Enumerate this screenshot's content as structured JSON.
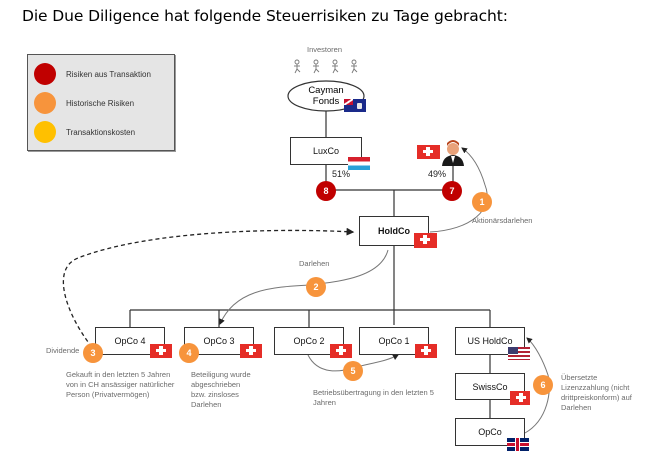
{
  "title": "Die Due Diligence hat folgende Steuerrisiken zu Tage gebracht:",
  "legend": {
    "items": [
      {
        "label": "Risiken aus Transaktion",
        "color": "#c00000"
      },
      {
        "label": "Historische Risiken",
        "color": "#f7943c"
      },
      {
        "label": "Transaktionskosten",
        "color": "#ffc000"
      }
    ]
  },
  "investors": {
    "label": "Investoren",
    "count": 4
  },
  "entities": {
    "cayman": "Cayman\nFonds",
    "cayman_line1": "Cayman",
    "cayman_line2": "Fonds",
    "luxco": "LuxCo",
    "holdco": "HoldCo",
    "opco4": "OpCo 4",
    "opco3": "OpCo 3",
    "opco2": "OpCo 2",
    "opco1": "OpCo 1",
    "us_holdco": "US HoldCo",
    "swissco": "SwissCo",
    "opco": "OpCo"
  },
  "shares": {
    "luxco": "51%",
    "person": "49%"
  },
  "flags": {
    "cayman": "cayman-islands-flag",
    "luxco": "luxembourg-flag",
    "person": "swiss-flag",
    "holdco": "swiss-flag",
    "opco4": "swiss-flag",
    "opco3": "swiss-flag",
    "opco2": "swiss-flag",
    "opco1": "swiss-flag",
    "us_holdco": "us-flag",
    "swissco": "swiss-flag",
    "opco": "uk-flag"
  },
  "badges": {
    "b1": {
      "num": "1",
      "color": "#f7943c"
    },
    "b2": {
      "num": "2",
      "color": "#f7943c"
    },
    "b3": {
      "num": "3",
      "color": "#f7943c"
    },
    "b4": {
      "num": "4",
      "color": "#f7943c"
    },
    "b5": {
      "num": "5",
      "color": "#f7943c"
    },
    "b6": {
      "num": "6",
      "color": "#f7943c"
    },
    "b7": {
      "num": "7",
      "color": "#c00000"
    },
    "b8": {
      "num": "8",
      "color": "#c00000"
    }
  },
  "labels": {
    "aktionaersdarlehen": "Aktionärsdarlehen",
    "darlehen": "Darlehen",
    "dividende": "Dividende",
    "note3": "Gekauft in den letzten 5 Jahren von in CH ansässiger natürlicher Person (Privatvermögen)",
    "note4": "Beteiligung wurde abgeschrieben bzw. zinsloses Darlehen",
    "note5": "Betriebsübertragung in den letzten 5 Jahren",
    "note6": "Übersetzte Lizenzzahlung (nicht drittpreiskonform) auf Darlehen"
  }
}
